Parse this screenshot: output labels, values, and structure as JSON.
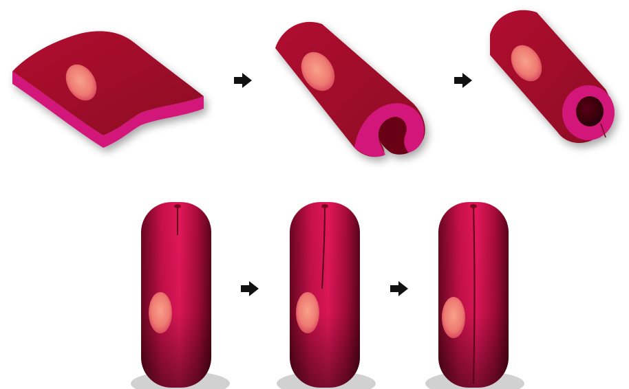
{
  "diagram": {
    "colors": {
      "background": "#ffffff",
      "cell_top": "#a8102e",
      "cell_side": "#d6156f",
      "cell_dark": "#7a0a22",
      "lumen": "#3a0410",
      "nucleus_core": "#f08a7a",
      "nucleus_edge": "#e05a60",
      "arrow": "#111111"
    },
    "rows": [
      {
        "id": "row-1",
        "stages": [
          {
            "id": "flat-sheet",
            "shape": "flat-sheet",
            "nucleus": true
          },
          {
            "id": "curling-tube",
            "shape": "curling-tube",
            "nucleus": true
          },
          {
            "id": "closed-tube",
            "shape": "closed-tube",
            "nucleus": true
          }
        ],
        "arrows": 2
      },
      {
        "id": "row-2",
        "stages": [
          {
            "id": "upright-cell-1",
            "shape": "upright-cell",
            "seam": "short",
            "nucleus": true
          },
          {
            "id": "upright-cell-2",
            "shape": "upright-cell",
            "seam": "long",
            "nucleus": true
          },
          {
            "id": "upright-cell-3",
            "shape": "upright-cell",
            "seam": "full",
            "nucleus": true
          }
        ],
        "arrows": 2
      }
    ]
  }
}
